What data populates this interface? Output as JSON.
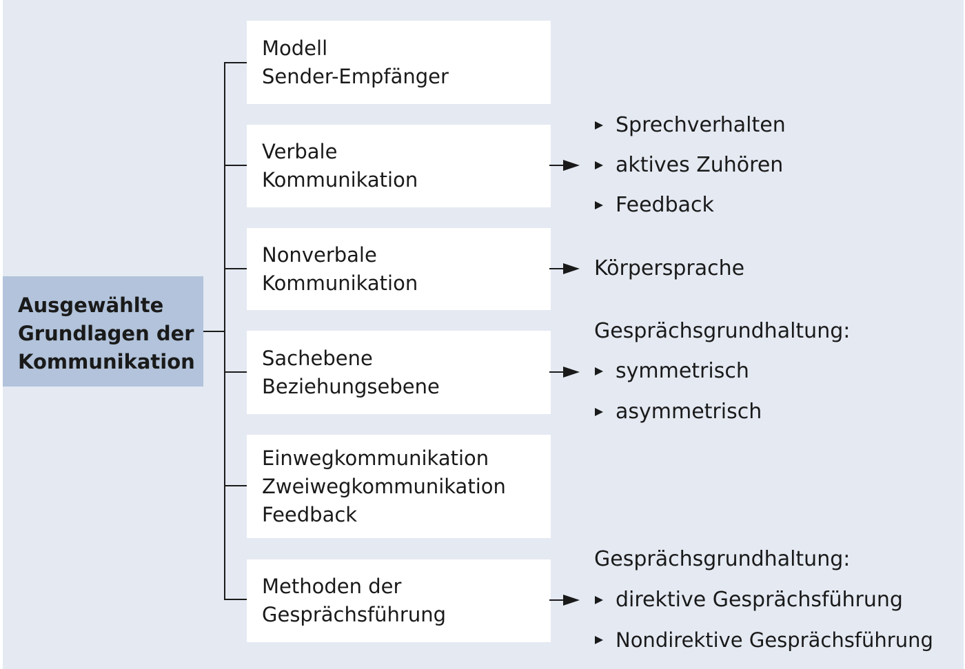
{
  "root": {
    "lines": [
      "Ausgewählte",
      "Grundlagen der",
      "Kommunikation"
    ]
  },
  "boxes": [
    {
      "lines": [
        "Modell",
        "Sender-Empfänger"
      ]
    },
    {
      "lines": [
        "Verbale",
        "Kommunikation"
      ]
    },
    {
      "lines": [
        "Nonverbale",
        "Kommunikation"
      ]
    },
    {
      "lines": [
        "Sachebene",
        "Beziehungsebene"
      ]
    },
    {
      "lines": [
        "Einwegkommunikation",
        "Zweiwegkommunikation",
        "Feedback"
      ]
    },
    {
      "lines": [
        "Methoden der",
        "Gesprächsführung"
      ]
    }
  ],
  "details": {
    "verbal": [
      "Sprechverhalten",
      "aktives Zuhören",
      "Feedback"
    ],
    "nonverbal": "Körpersprache",
    "sachebene": {
      "heading": "Gesprächsgrundhaltung:",
      "items": [
        "symmetrisch",
        "asymmetrisch"
      ]
    },
    "methoden": {
      "heading": "Gesprächsgrundhaltung:",
      "items": [
        "direktive Gesprächsführung",
        "Nondirektive Gesprächsführung"
      ]
    }
  },
  "colors": {
    "background": "#e4e9f2",
    "root_fill": "#b2c3db",
    "box_fill": "#ffffff",
    "line": "#1a1a1a"
  }
}
